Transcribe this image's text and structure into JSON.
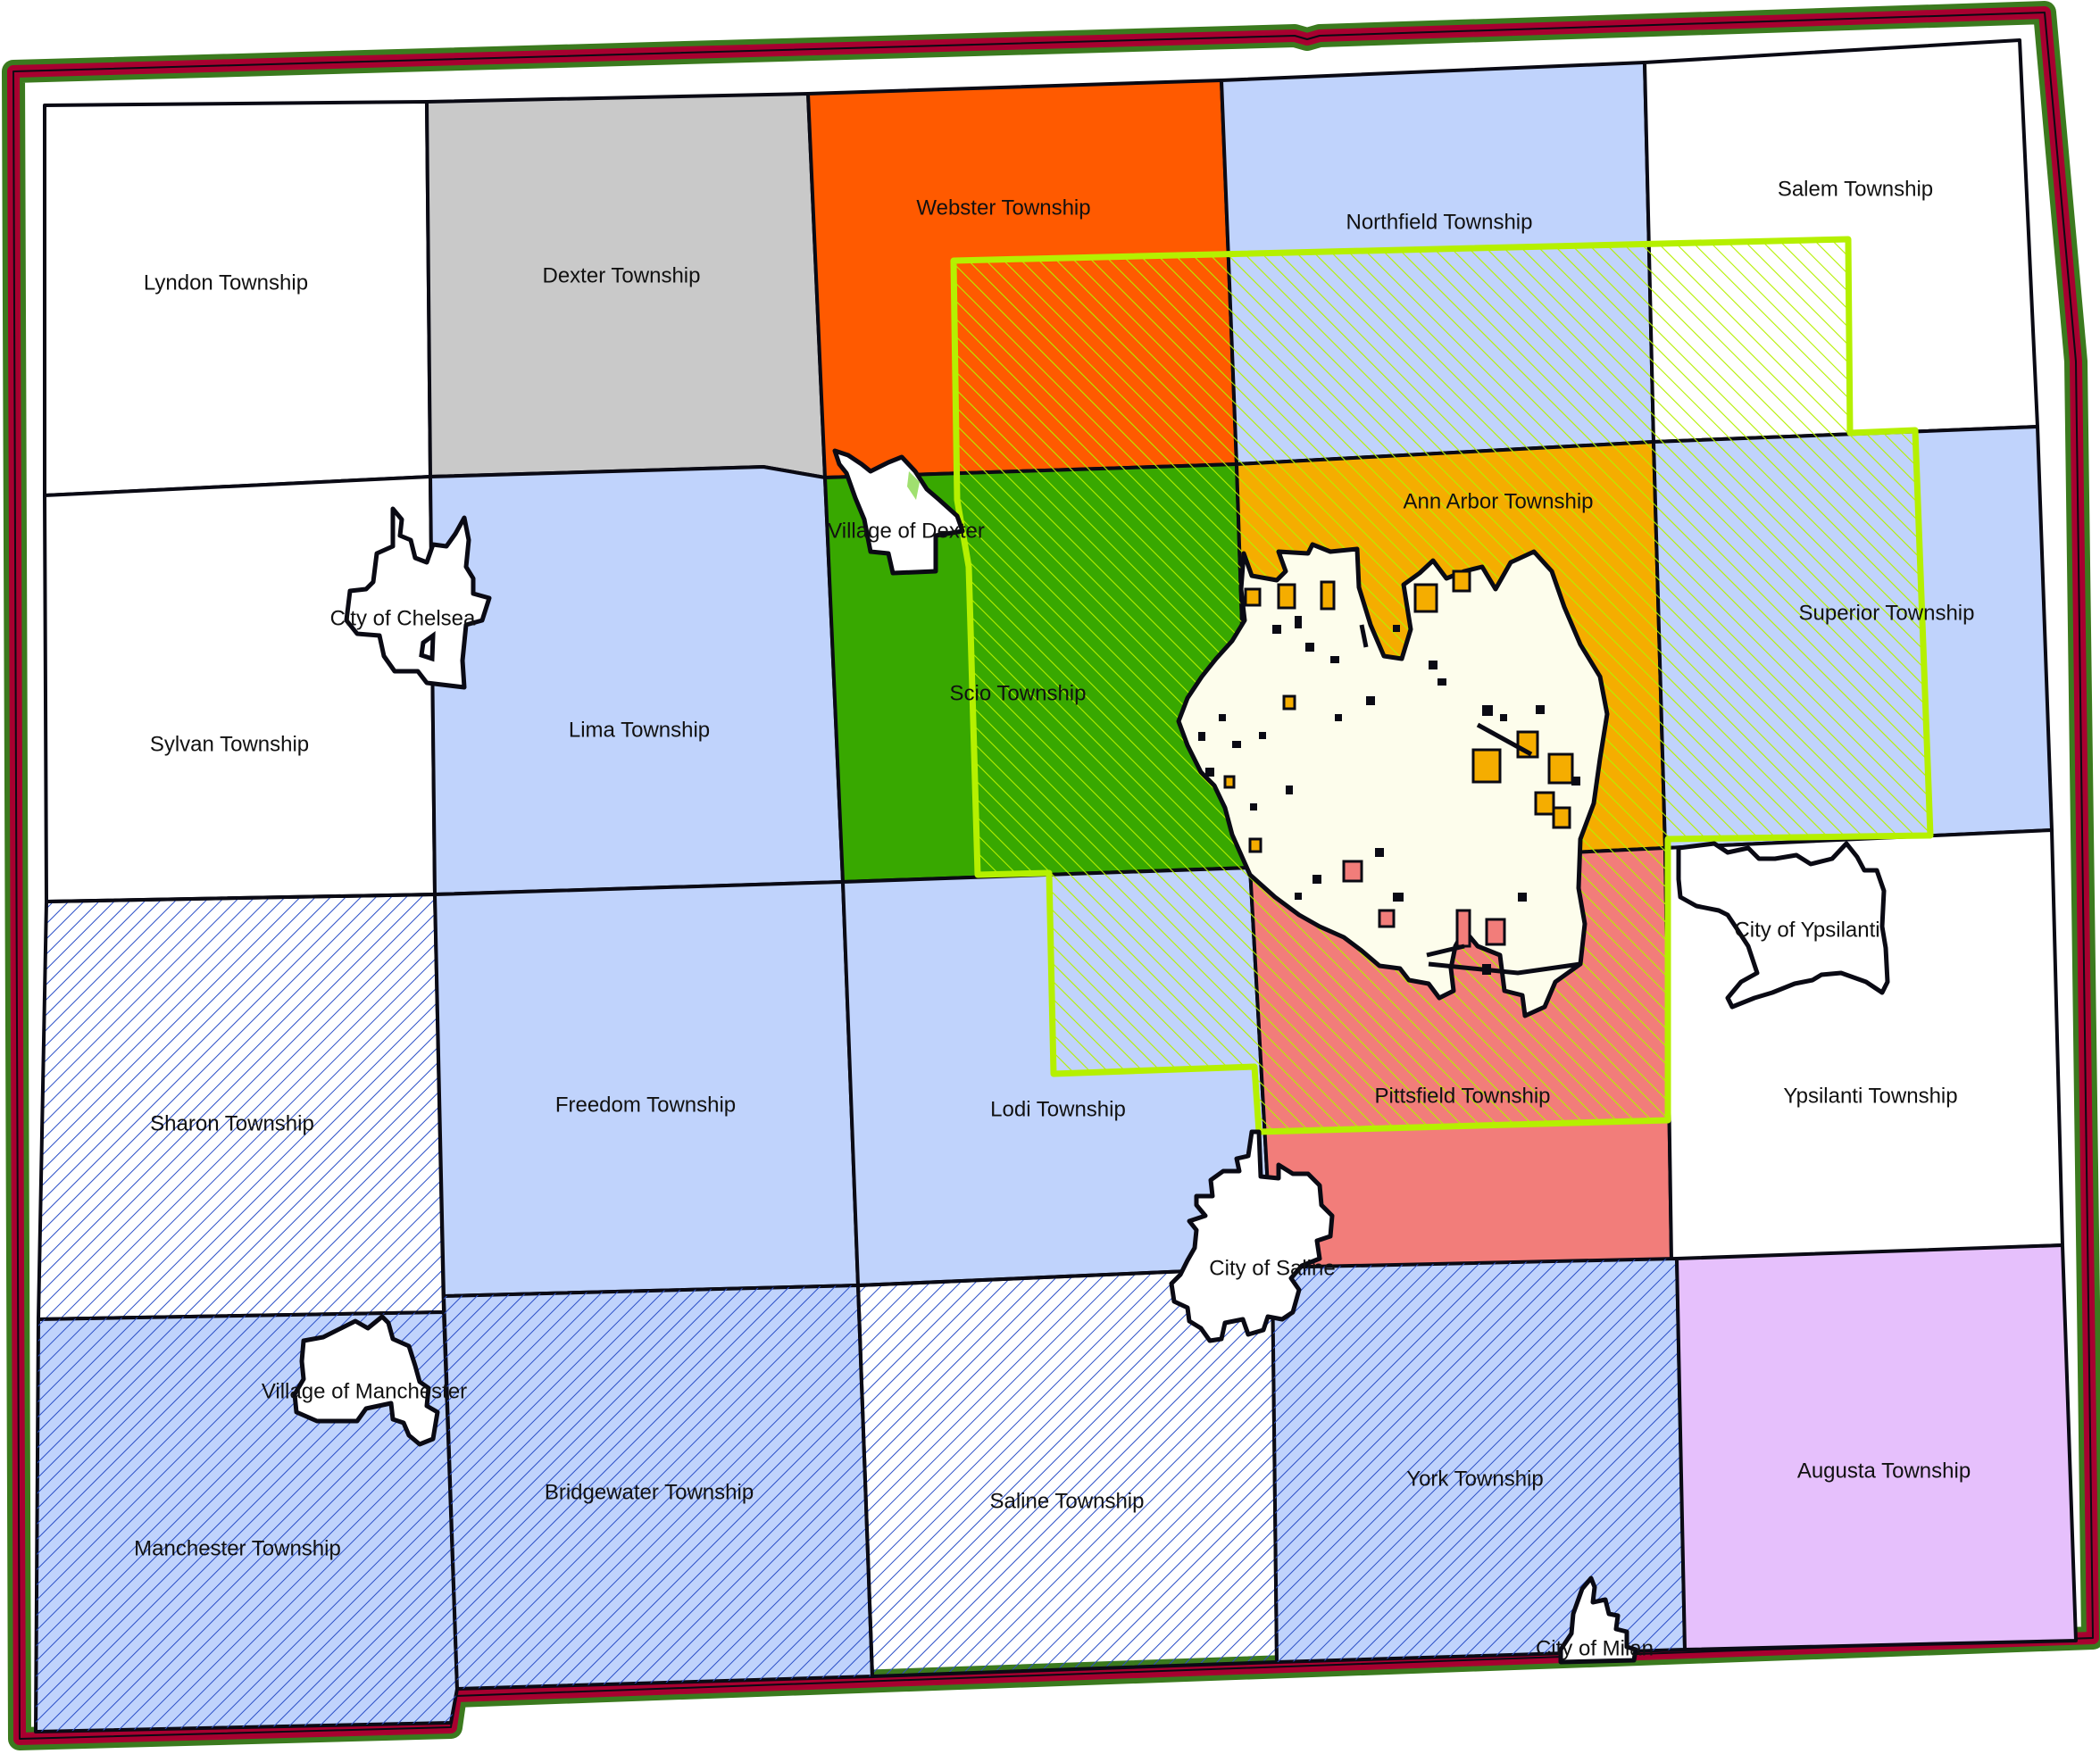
{
  "colors": {
    "white": "#ffffff",
    "gray": "#c9c9c9",
    "orange_red": "#ff5a00",
    "light_blue": "#c0d3fc",
    "green": "#38a800",
    "amber": "#f5ad00",
    "salmon": "#f27d7a",
    "lavender": "#e6c0fc",
    "hatch_blue": "#2b4fc7",
    "hatch_lime": "#b5f000",
    "hatch_green": "#a0e070",
    "border_green": "#3b7a1e",
    "border_red": "#a80030",
    "city_fill": "#fdfdec"
  },
  "townships": {
    "lyndon": "Lyndon Township",
    "dexter": "Dexter Township",
    "webster": "Webster Township",
    "northfield": "Northfield Township",
    "salem": "Salem Township",
    "sylvan": "Sylvan Township",
    "lima": "Lima Township",
    "scio": "Scio Township",
    "ann_arbor": "Ann Arbor Township",
    "superior": "Superior Township",
    "sharon": "Sharon Township",
    "freedom": "Freedom Township",
    "lodi": "Lodi Township",
    "pittsfield": "Pittsfield Township",
    "ypsilanti": "Ypsilanti Township",
    "manchester": "Manchester Township",
    "bridgewater": "Bridgewater Township",
    "saline": "Saline Township",
    "york": "York Township",
    "augusta": "Augusta Township"
  },
  "municipalities": {
    "chelsea": "City of Chelsea",
    "dexter_village": "Village of Dexter",
    "ypsilanti_city": "City of Ypsilanti",
    "saline_city": "City of Saline",
    "manchester_village": "Village of Manchester",
    "milan": "City of Milan"
  }
}
